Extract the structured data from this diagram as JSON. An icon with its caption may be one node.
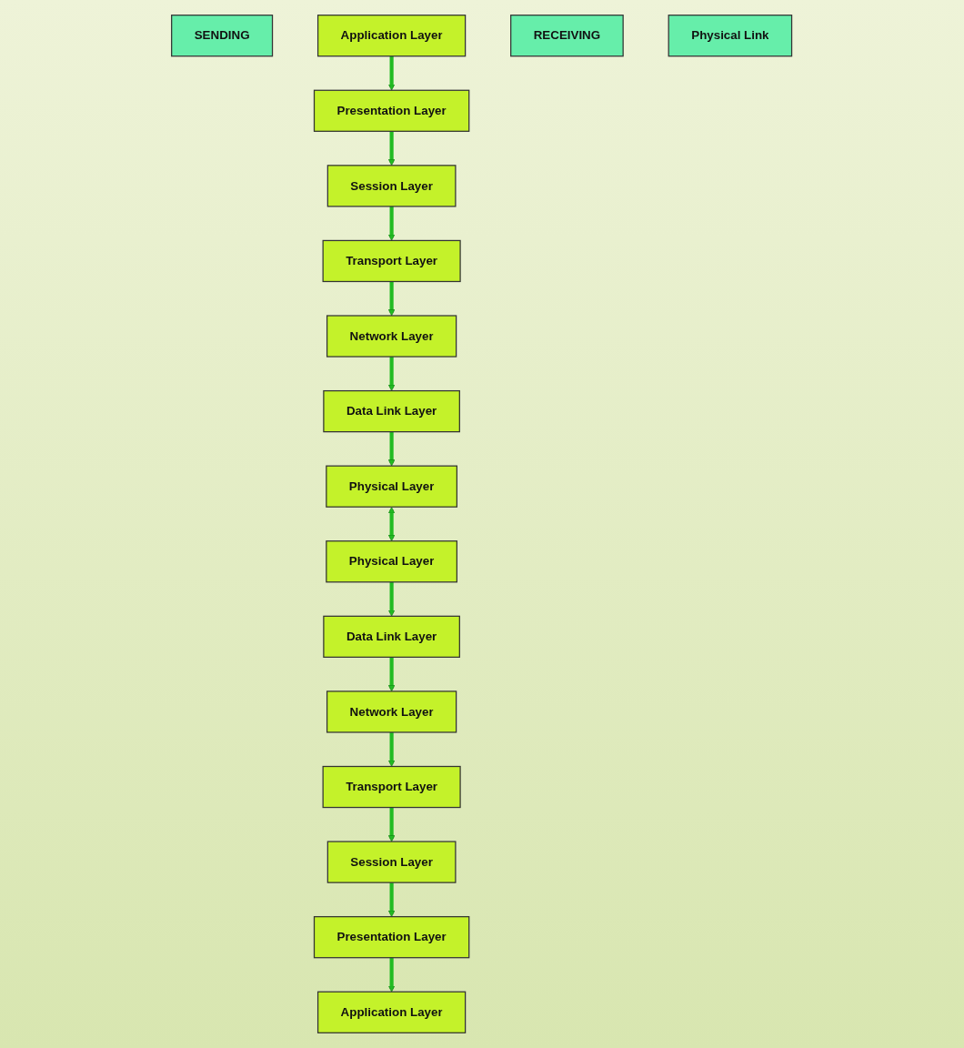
{
  "diagram": {
    "nodes": [
      {
        "text": [
          "SENDING"
        ]
      },
      {
        "text": [
          "Application Layer"
        ]
      },
      {
        "text": [
          "Presentation Layer"
        ]
      },
      {
        "text": [
          "Session Layer"
        ]
      },
      {
        "text": [
          "Transport Layer"
        ]
      },
      {
        "text": [
          "Network Layer"
        ]
      },
      {
        "text": [
          "Data Link Layer"
        ]
      },
      {
        "text": [
          "Physical Layer"
        ]
      },
      {
        "text": [
          "RECEIVING"
        ]
      },
      {
        "text": [
          "Application Layer"
        ]
      },
      {
        "text": [
          "Presentation Layer"
        ]
      },
      {
        "text": [
          "Session Layer"
        ]
      },
      {
        "text": [
          "Transport Layer"
        ]
      },
      {
        "text": [
          "Network Layer"
        ]
      },
      {
        "text": [
          "Data Link Layer"
        ]
      },
      {
        "text": [
          "Physical Layer"
        ]
      },
      {
        "text": [
          "Physical Link"
        ]
      }
    ],
    "edges": [
      {
        "from": 1,
        "to": 2,
        "arrow": "to"
      },
      {
        "from": 2,
        "to": 3,
        "arrow": "to"
      },
      {
        "from": 3,
        "to": 4,
        "arrow": "to"
      },
      {
        "from": 4,
        "to": 5,
        "arrow": "to"
      },
      {
        "from": 5,
        "to": 6,
        "arrow": "to"
      },
      {
        "from": 6,
        "to": 7,
        "arrow": "to"
      },
      {
        "from": 15,
        "to": 14,
        "arrow": "to"
      },
      {
        "from": 14,
        "to": 13,
        "arrow": "to"
      },
      {
        "from": 13,
        "to": 12,
        "arrow": "to"
      },
      {
        "from": 12,
        "to": 11,
        "arrow": "to"
      },
      {
        "from": 11,
        "to": 10,
        "arrow": "to"
      },
      {
        "from": 10,
        "to": 9,
        "arrow": "to"
      },
      {
        "from": 7,
        "to": 15,
        "arrow": "both"
      }
    ]
  }
}
